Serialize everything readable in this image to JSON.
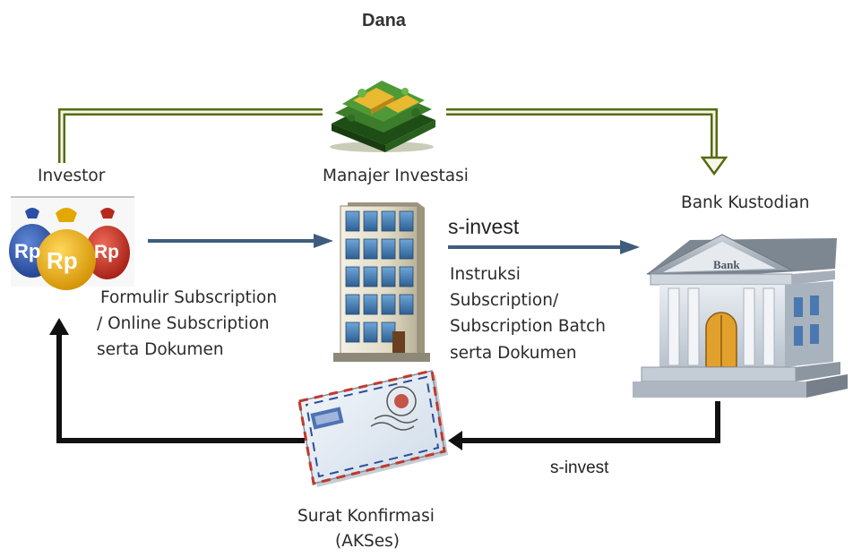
{
  "title": "Dana",
  "nodes": {
    "investor": {
      "label": "Investor",
      "icon": "money-bags-icon",
      "bag_labels": [
        "Rp",
        "Rp",
        "Rp"
      ]
    },
    "manager": {
      "label": "Manajer Investasi",
      "icon": "office-building-icon"
    },
    "bank": {
      "label": "Bank Kustodian",
      "icon": "bank-building-icon",
      "sign": "Bank"
    },
    "money": {
      "icon": "money-stack-icon"
    },
    "letter": {
      "label_line1": "Surat Konfirmasi",
      "label_line2": "(AKSes)",
      "icon": "envelope-icon"
    }
  },
  "edges": {
    "investor_to_manager": {
      "line1": "Formulir Subscription",
      "line2": "/ Online Subscription",
      "line3": "serta Dokumen"
    },
    "manager_to_bank": {
      "label": "s-invest",
      "line1": "Instruksi",
      "line2": "Subscription/",
      "line3": "Subscription Batch",
      "line4": "serta Dokumen"
    },
    "bank_to_investor": {
      "label": "s-invest"
    }
  },
  "colors": {
    "fund_flow": "#556b12",
    "fund_flow_fill": "#f6f7e8",
    "instruction_flow": "#3f5c7d",
    "confirmation_flow": "#111111"
  }
}
